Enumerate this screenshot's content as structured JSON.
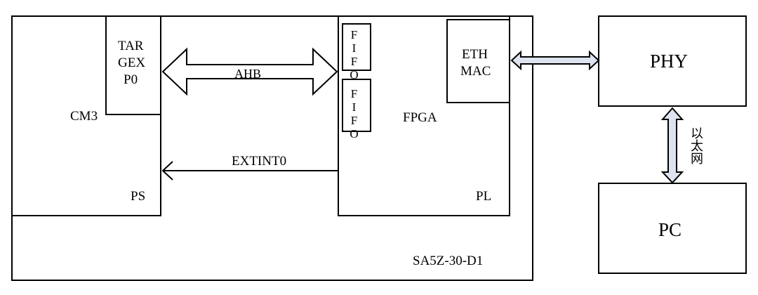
{
  "board": {
    "label": "SA5Z-30-D1"
  },
  "ps": {
    "label": "PS",
    "cpu_label": "CM3",
    "port": {
      "line1": "TAR",
      "line2": "GEX",
      "line3": "P0"
    }
  },
  "pl": {
    "label": "PL",
    "fpga_label": "FPGA",
    "fifo_top": "FIFO",
    "fifo_bottom": "FIFO",
    "eth_mac": {
      "line1": "ETH",
      "line2": "MAC"
    }
  },
  "buses": {
    "ahb": "AHB",
    "extint": "EXTINT0"
  },
  "phy": {
    "label": "PHY"
  },
  "pc": {
    "label": "PC"
  },
  "ethernet_link": {
    "label": "以太网"
  }
}
